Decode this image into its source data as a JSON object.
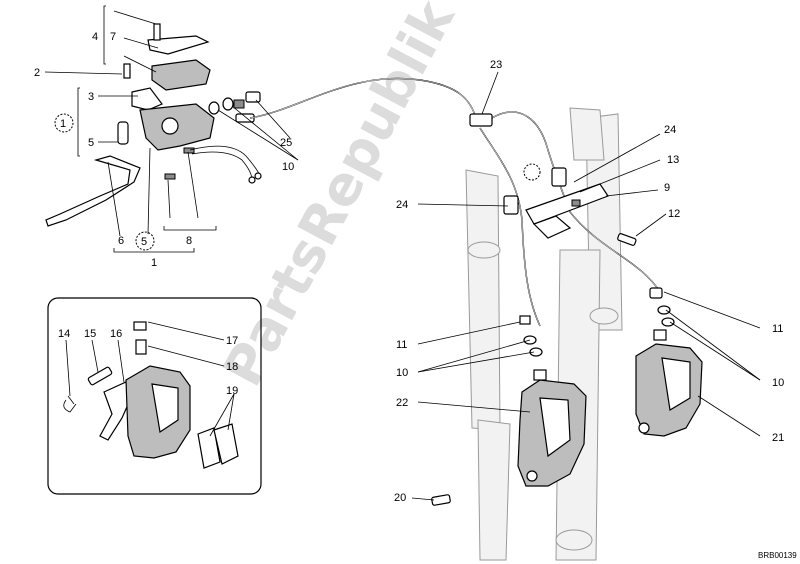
{
  "watermark": "PartsRepublik",
  "diagram_code": "BRB00139",
  "callouts": {
    "c1": "1",
    "c2": "2",
    "c3": "3",
    "c4": "4",
    "c5": "5",
    "c6": "6",
    "c7": "7",
    "c8": "8",
    "c10": "10",
    "c11": "11",
    "c12": "12",
    "c13": "13",
    "c14": "14",
    "c15": "15",
    "c16": "16",
    "c17": "17",
    "c18": "18",
    "c19": "19",
    "c20": "20",
    "c21": "21",
    "c22": "22",
    "c23": "23",
    "c24": "24",
    "c25": "25",
    "c9": "9"
  },
  "circled_refs": {
    "ref1": "1",
    "ref5": "5"
  }
}
